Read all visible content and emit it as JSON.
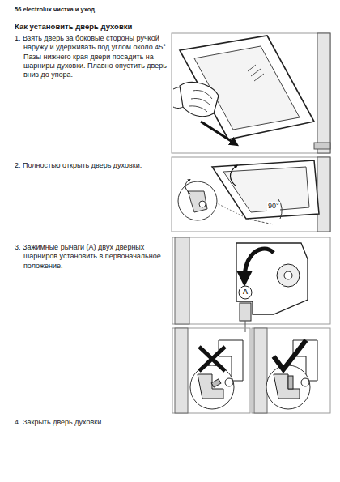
{
  "diagram": {
    "title": "Как установить дверь духовки",
    "labels": [
      "56 electrolux чистка и уход",
      "1. Взять дверь за боковые стороны ручкой наружу и удерживать под углом около 45°. Пазы нижнего края двери посадить на шарниры духовки. Плавно опустить дверь вниз до упора.",
      "2. Полностью открыть дверь духовки.",
      "90°",
      "3. Зажимные рычаги (A) двух дверных шарниров установить в первоначальное положение.",
      "A",
      "4. Закрыть дверь духовки."
    ]
  }
}
